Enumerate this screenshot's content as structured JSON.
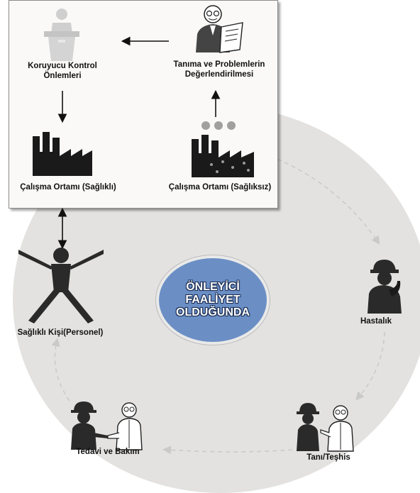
{
  "center": {
    "title_lines": [
      "ÖNLEYİCİ",
      "FAALİYET",
      "OLDUĞUNDA"
    ]
  },
  "nodes": {
    "preventive": {
      "line1": "Koruyucu Kontrol",
      "line2": "Önlemleri"
    },
    "recognition": {
      "line1": "Tanıma ve Problemlerin",
      "line2": "Değerlendirilmesi"
    },
    "work_healthy": {
      "label": "Çalışma Ortamı (Sağlıklı)"
    },
    "work_unhealthy": {
      "label": "Çalışma Ortamı (Sağlıksız)"
    },
    "healthy_person": {
      "label": "Sağlıklı Kişi(Personel)"
    },
    "illness": {
      "label": "Hastalık"
    },
    "diagnosis": {
      "label": "Tanı/Teşhis"
    },
    "treatment": {
      "label": "Tedavi ve Bakım"
    }
  },
  "colors": {
    "circle_bg": "#e3e2e0",
    "center_fill": "#6b8fc5",
    "icon_dark": "#2a2a2a",
    "panel_bg": "#faf9f7"
  },
  "icons": [
    "podium-speaker-icon",
    "reading-person-icon",
    "clean-factory-icon",
    "polluting-factory-icon",
    "star-person-icon",
    "sick-worker-icon",
    "doctor-patient-icon",
    "handshake-icon"
  ]
}
